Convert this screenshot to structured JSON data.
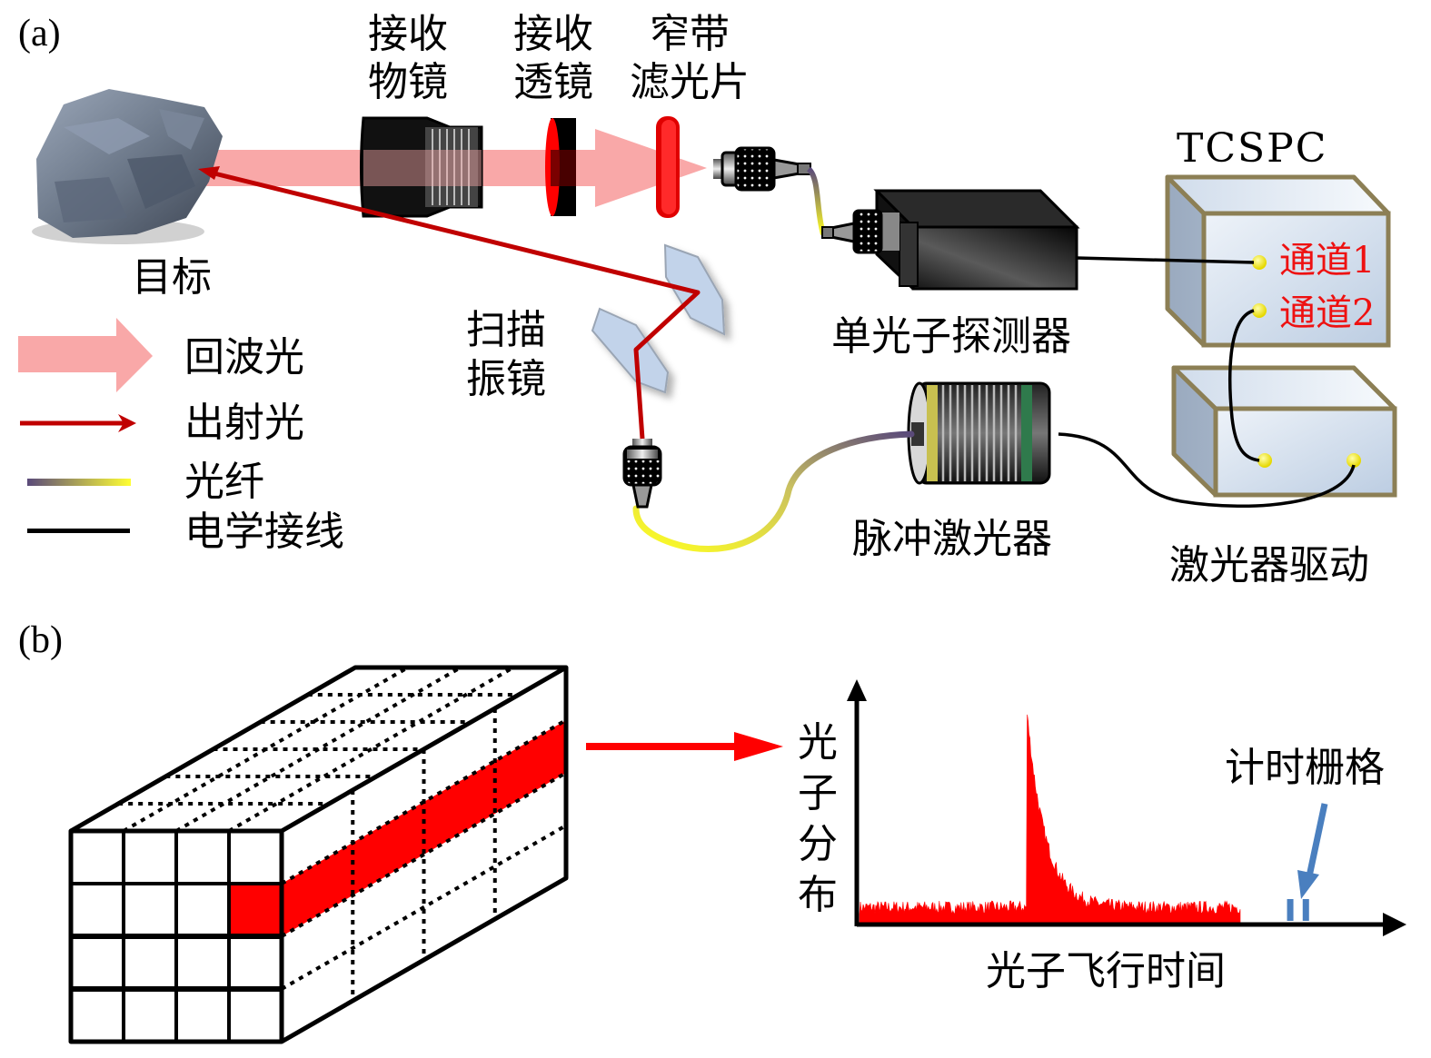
{
  "figure": {
    "panel_a_label": "(a)",
    "panel_b_label": "(b)"
  },
  "panel_a": {
    "target_label": "目标",
    "objective_label": [
      "接收",
      "物镜"
    ],
    "receive_lens_label": [
      "接收",
      "透镜"
    ],
    "filter_label": [
      "窄带",
      "滤光片"
    ],
    "scanner_label": [
      "扫描",
      "振镜"
    ],
    "detector_label": "单光子探测器",
    "tcspc_label": "TCSPC",
    "channel1_label": "通道1",
    "channel2_label": "通道2",
    "laser_label": "脉冲激光器",
    "laser_driver_label": "激光器驱动",
    "legend": [
      {
        "icon": "wide-pink-arrow",
        "label": "回波光"
      },
      {
        "icon": "thin-red-arrow",
        "label": "出射光"
      },
      {
        "icon": "gradient-line",
        "label": "光纤"
      },
      {
        "icon": "black-line",
        "label": "电学接线"
      }
    ],
    "colors": {
      "echo_light": "#f9a8a8",
      "emitted_light": "#c00000",
      "fiber_start": "#5a4a7a",
      "fiber_end": "#ffff33",
      "wire": "#000000",
      "box_edge": "#8c7f55",
      "box_face": "#d8e2ef",
      "channel_text": "#ee1111",
      "connector_dot": "#ffee00"
    }
  },
  "panel_b": {
    "cube": {
      "front_grid": [
        4,
        4
      ],
      "highlight_cell": {
        "row": 2,
        "col": 4
      },
      "highlight_color": "#ff0000"
    },
    "arrow_color": "#ff0000",
    "chart_ylabel_chars": [
      "光",
      "子",
      "分",
      "布"
    ],
    "chart_xlabel": "光子飞行时间",
    "annotation": "计时栅格",
    "annotation_color": "#4a7fbf"
  },
  "chart_data": {
    "type": "histogram",
    "title": "",
    "xlabel": "光子飞行时间",
    "ylabel": "光子分布",
    "axis_ticks": false,
    "description": "Photon time-of-flight histogram: low uniform noise floor with a single sharp peak followed by an exponential decay tail; data ends before the end of the axis; two timing-bin marks annotated as 计时栅格.",
    "x_range": [
      0,
      1
    ],
    "y_range": [
      0,
      1
    ],
    "noise_floor": 0.07,
    "noise_amplitude": 0.03,
    "peak": {
      "x": 0.32,
      "height": 0.92,
      "decay": 0.035
    },
    "data_end_x": 0.73,
    "timing_bins_x": [
      0.825,
      0.855
    ],
    "series_color": "#ff0000"
  }
}
